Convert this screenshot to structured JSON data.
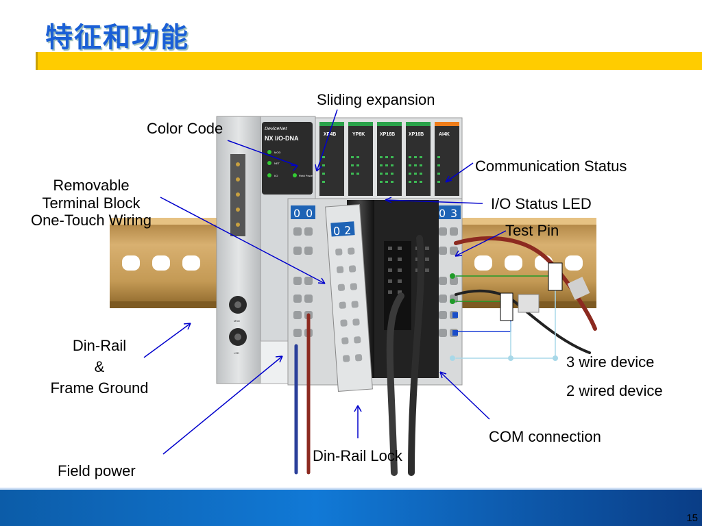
{
  "slide": {
    "title": "特征和功能",
    "page_number": "15"
  },
  "labels": {
    "sliding_expansion": "Sliding expansion",
    "color_code": "Color Code",
    "communication_status": "Communication Status",
    "removable_terminal_block_1": "Removable",
    "removable_terminal_block_2": "Terminal Block",
    "removable_terminal_block_3": "One-Touch Wiring",
    "io_status_led": "I/O Status LED",
    "test_pin": "Test Pin",
    "din_rail_1": "Din-Rail",
    "din_rail_2": "&",
    "din_rail_3": "Frame Ground",
    "three_wire_device": "3 wire device",
    "two_wired_device": "2 wired device",
    "com_connection": "COM connection",
    "din_rail_lock": "Din-Rail Lock",
    "field_power": "Field power"
  },
  "device": {
    "brand": "DeviceNet",
    "model": "NX I/O-DNA",
    "modules": [
      "XP4B",
      "YP8K",
      "XP16B",
      "XP16B",
      "AI4K"
    ],
    "module_colors": [
      "#2aa24a",
      "#2aa24a",
      "#2aa24a",
      "#2aa24a",
      "#ef7d1a"
    ],
    "digits_left": [
      "0",
      "0"
    ],
    "digits_block": [
      "0",
      "2"
    ],
    "digits_right": [
      "0",
      "3"
    ],
    "led_labels": [
      "MOD",
      "NET",
      "I/O",
      "Field Power"
    ],
    "rotary_labels": [
      "MSD",
      "LSD"
    ]
  },
  "colors": {
    "title": "#1a5fd6",
    "title_bar": "#ffcc00",
    "callout_arrow": "#0000cc",
    "footer": "#1179d6"
  }
}
